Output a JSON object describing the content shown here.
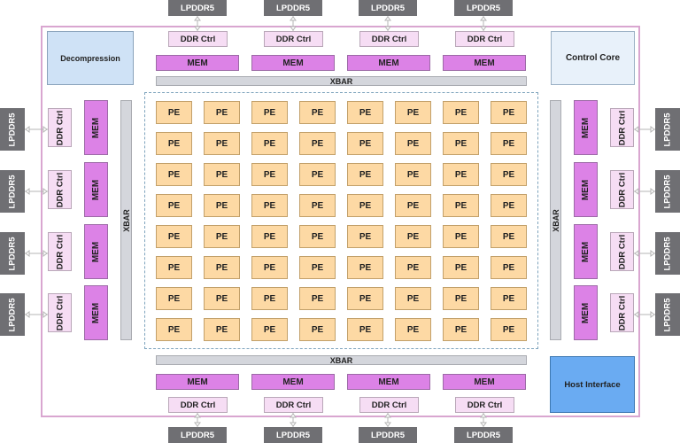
{
  "labels": {
    "lpddr": "LPDDR5",
    "ddr_ctrl": "DDR Ctrl",
    "mem": "MEM",
    "xbar": "XBAR",
    "pe": "PE",
    "decompression": "Decompression",
    "control_core": "Control Core",
    "host_interface": "Host Interface"
  },
  "grid": {
    "rows": 8,
    "cols": 8
  },
  "colors": {
    "pe_fill": "#fdd9a4",
    "mem_fill": "#dc82e6",
    "ddr_ctrl_fill": "#f6ddf4",
    "lpddr_fill": "#6f6f73",
    "xbar_fill": "#d4d6dc",
    "host_interface_fill": "#6aabf2",
    "decompression_fill": "#cfe2f6",
    "chip_border": "#d9a6d0"
  }
}
